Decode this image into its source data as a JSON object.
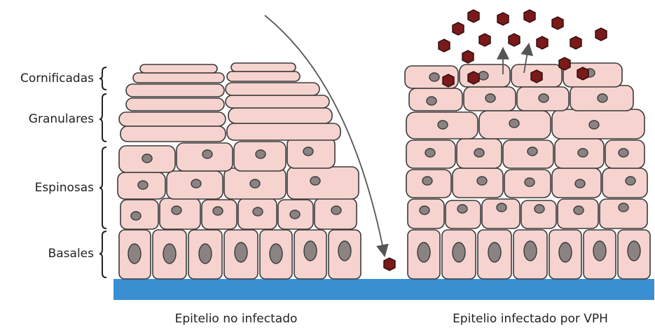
{
  "layers": {
    "cornified": "Cornificadas",
    "granular": "Granulares",
    "spinous": "Espinosas",
    "basal": "Basales"
  },
  "captions": {
    "uninfected": "Epitelio no infectado",
    "infected": "Epitelio infectado por VPH"
  },
  "colors": {
    "cell_fill": "#f6d3cf",
    "nucleus": "#8b8382",
    "virus": "#7a1a1a",
    "basement_membrane": "#3a8fd1"
  }
}
